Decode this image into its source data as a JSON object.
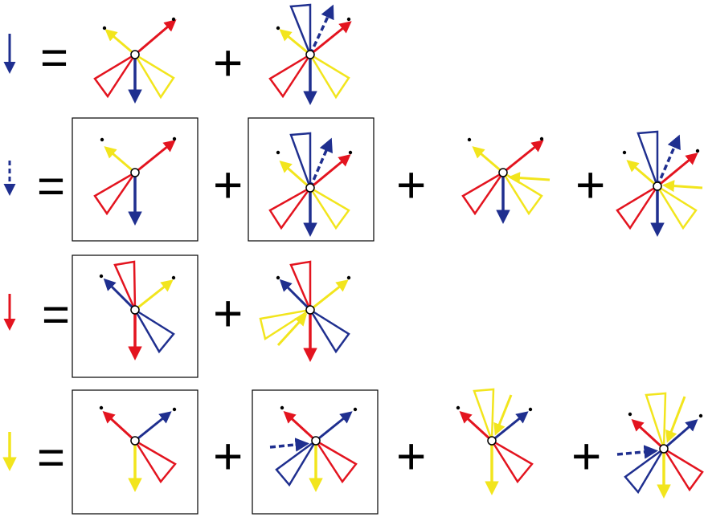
{
  "symbols": {
    "equals": "=",
    "plus": "+"
  },
  "colors": {
    "blue": "#1f2f8f",
    "red": "#e3141f",
    "yellow": "#f2e51d",
    "black": "#000000",
    "white": "#ffffff"
  },
  "rows": [
    {
      "id": "row-1",
      "lhs": "blue-solid",
      "terms": [
        {
          "boxed": false,
          "diagram": "d1a"
        },
        {
          "boxed": false,
          "diagram": "d1b"
        }
      ]
    },
    {
      "id": "row-2",
      "lhs": "blue-dashed",
      "terms": [
        {
          "boxed": true,
          "diagram": "d2a"
        },
        {
          "boxed": true,
          "diagram": "d2b"
        },
        {
          "boxed": false,
          "diagram": "d2c"
        },
        {
          "boxed": false,
          "diagram": "d2d"
        }
      ]
    },
    {
      "id": "row-3",
      "lhs": "red-solid",
      "terms": [
        {
          "boxed": true,
          "diagram": "d3a"
        },
        {
          "boxed": false,
          "diagram": "d3b"
        }
      ]
    },
    {
      "id": "row-4",
      "lhs": "yellow-solid",
      "terms": [
        {
          "boxed": true,
          "diagram": "d4a"
        },
        {
          "boxed": true,
          "diagram": "d4b"
        },
        {
          "boxed": false,
          "diagram": "d4c"
        },
        {
          "boxed": false,
          "diagram": "d4d"
        }
      ]
    }
  ]
}
